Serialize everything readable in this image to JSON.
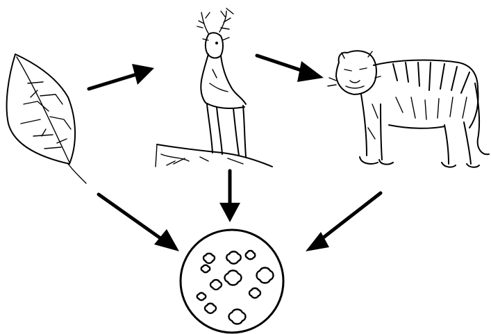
{
  "diagram": {
    "nodes": [
      {
        "id": "leaf",
        "icon": "leaf-icon"
      },
      {
        "id": "deer",
        "icon": "deer-icon"
      },
      {
        "id": "tiger",
        "icon": "tiger-icon"
      },
      {
        "id": "decomposers",
        "icon": "petri-dish-microbes-icon"
      }
    ],
    "edges": [
      {
        "from": "leaf",
        "to": "deer"
      },
      {
        "from": "deer",
        "to": "tiger"
      },
      {
        "from": "leaf",
        "to": "decomposers"
      },
      {
        "from": "deer",
        "to": "decomposers"
      },
      {
        "from": "tiger",
        "to": "decomposers"
      }
    ],
    "colors": {
      "ink": "#000000",
      "background": "#ffffff"
    }
  }
}
